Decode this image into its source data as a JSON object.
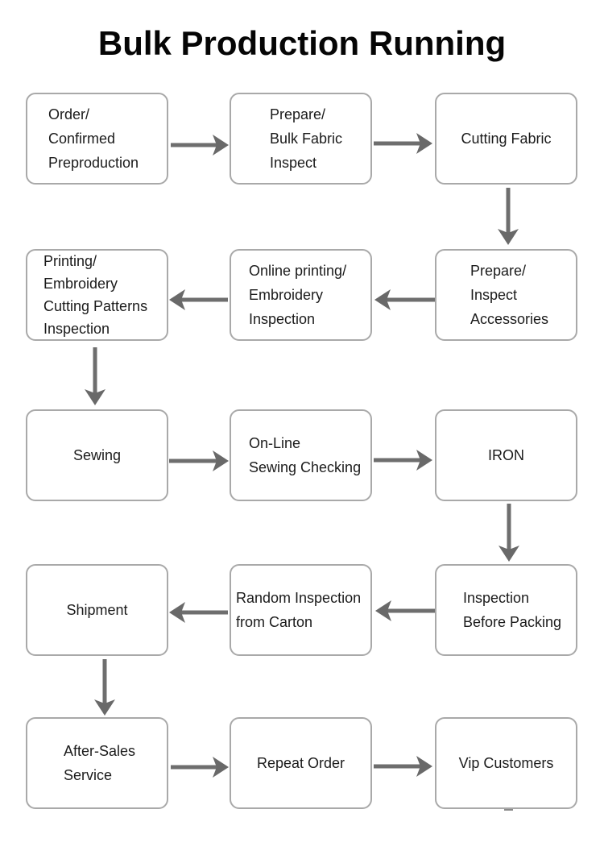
{
  "title": "Bulk Production Running",
  "colors": {
    "background": "#ffffff",
    "box_border": "#a9a9a9",
    "box_fill": "#ffffff",
    "arrow": "#6e6e6e",
    "text": "#1b1b1b",
    "title": "#050505"
  },
  "flowchart": {
    "type": "process-flow",
    "nodes": [
      {
        "id": "order-confirmed-preproduction",
        "lines": [
          "Order/",
          "Confirmed",
          "Preproduction"
        ],
        "align": "left",
        "pad": 26,
        "row": 0,
        "col": 0
      },
      {
        "id": "prepare-bulk-fabric-inspect",
        "lines": [
          "Prepare/",
          "Bulk Fabric",
          "Inspect"
        ],
        "align": "left",
        "pad": 48,
        "row": 0,
        "col": 1
      },
      {
        "id": "cutting-fabric",
        "lines": [
          "Cutting Fabric"
        ],
        "align": "center",
        "pad": 0,
        "row": 0,
        "col": 2
      },
      {
        "id": "prepare-inspect-accessories",
        "lines": [
          "Prepare/",
          "Inspect",
          "Accessories"
        ],
        "align": "left",
        "pad": 42,
        "row": 1,
        "col": 2
      },
      {
        "id": "online-printing-embroidery-inspection",
        "lines": [
          "Online printing/",
          "Embroidery",
          "Inspection"
        ],
        "align": "left",
        "pad": 22,
        "row": 1,
        "col": 1
      },
      {
        "id": "printing-embroidery-cutting-patterns-inspection",
        "lines": [
          "Printing/",
          "Embroidery",
          "Cutting Patterns",
          "Inspection"
        ],
        "align": "left",
        "pad": 20,
        "row": 1,
        "col": 0
      },
      {
        "id": "sewing",
        "lines": [
          "Sewing"
        ],
        "align": "center",
        "pad": 0,
        "row": 2,
        "col": 0
      },
      {
        "id": "on-line-sewing-checking",
        "lines": [
          "On-Line",
          "Sewing Checking"
        ],
        "align": "left",
        "pad": 22,
        "row": 2,
        "col": 1
      },
      {
        "id": "iron",
        "lines": [
          "IRON"
        ],
        "align": "center",
        "pad": 0,
        "row": 2,
        "col": 2
      },
      {
        "id": "inspection-before-packing",
        "lines": [
          "Inspection",
          "Before Packing"
        ],
        "align": "left",
        "pad": 33,
        "row": 3,
        "col": 2
      },
      {
        "id": "random-inspection-from-carton",
        "lines": [
          "Random Inspection",
          "from Carton"
        ],
        "align": "left",
        "pad": 6,
        "row": 3,
        "col": 1
      },
      {
        "id": "shipment",
        "lines": [
          "Shipment"
        ],
        "align": "center",
        "pad": 0,
        "row": 3,
        "col": 0
      },
      {
        "id": "after-sales-service",
        "lines": [
          "After-Sales",
          "Service"
        ],
        "align": "left",
        "pad": 45,
        "row": 4,
        "col": 0
      },
      {
        "id": "repeat-order",
        "lines": [
          "Repeat Order"
        ],
        "align": "center",
        "pad": 0,
        "row": 4,
        "col": 1
      },
      {
        "id": "vip-customers",
        "lines": [
          "Vip Customers"
        ],
        "align": "center",
        "pad": 0,
        "row": 4,
        "col": 2
      }
    ],
    "edges": [
      {
        "from": "order-confirmed-preproduction",
        "to": "prepare-bulk-fabric-inspect"
      },
      {
        "from": "prepare-bulk-fabric-inspect",
        "to": "cutting-fabric"
      },
      {
        "from": "cutting-fabric",
        "to": "prepare-inspect-accessories"
      },
      {
        "from": "prepare-inspect-accessories",
        "to": "online-printing-embroidery-inspection"
      },
      {
        "from": "online-printing-embroidery-inspection",
        "to": "printing-embroidery-cutting-patterns-inspection"
      },
      {
        "from": "printing-embroidery-cutting-patterns-inspection",
        "to": "sewing"
      },
      {
        "from": "sewing",
        "to": "on-line-sewing-checking"
      },
      {
        "from": "on-line-sewing-checking",
        "to": "iron"
      },
      {
        "from": "iron",
        "to": "inspection-before-packing"
      },
      {
        "from": "inspection-before-packing",
        "to": "random-inspection-from-carton"
      },
      {
        "from": "random-inspection-from-carton",
        "to": "shipment"
      },
      {
        "from": "shipment",
        "to": "after-sales-service"
      },
      {
        "from": "after-sales-service",
        "to": "repeat-order"
      },
      {
        "from": "repeat-order",
        "to": "vip-customers"
      }
    ]
  }
}
